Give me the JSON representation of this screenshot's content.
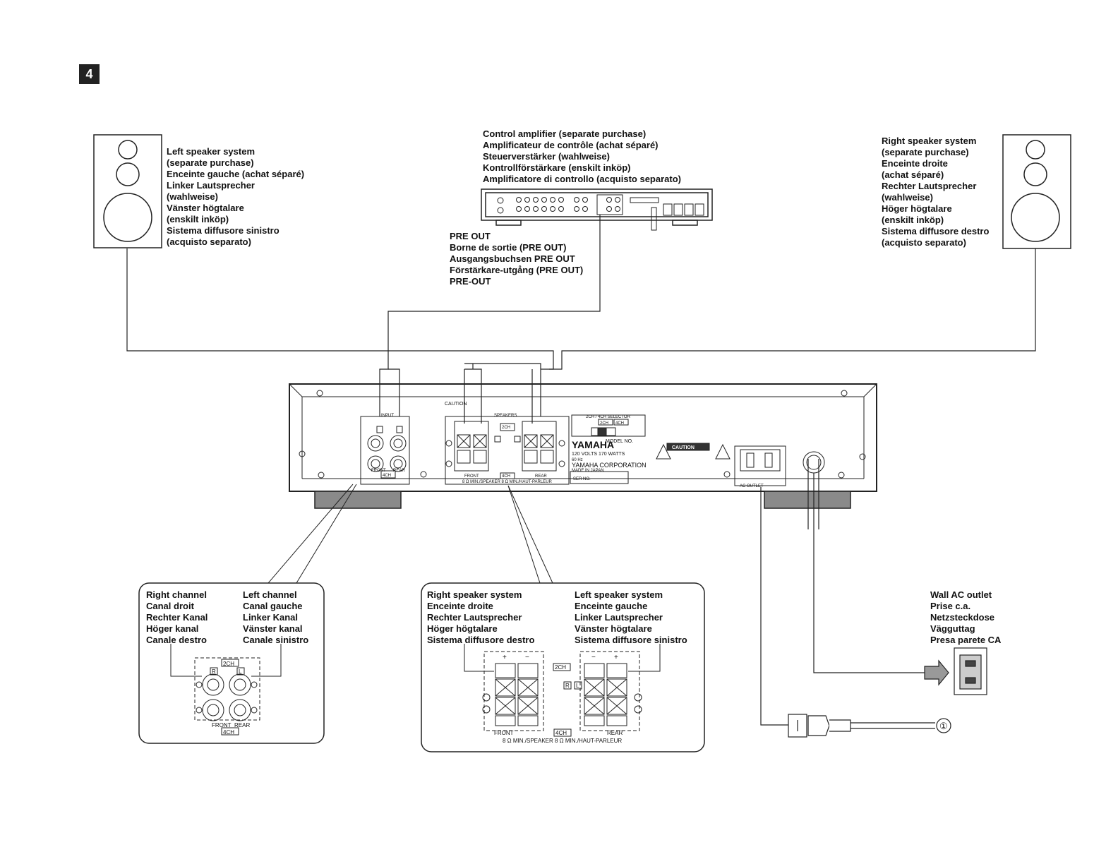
{
  "step_badge": "4",
  "labels": {
    "left_speaker": [
      "Left speaker system",
      "(separate purchase)",
      "Enceinte gauche (achat séparé)",
      "Linker Lautsprecher",
      "(wahlweise)",
      "Vänster högtalare",
      "(enskilt inköp)",
      "Sistema diffusore sinistro",
      "(acquisto separato)"
    ],
    "control_amp": [
      "Control amplifier (separate purchase)",
      "Amplificateur de contrôle (achat séparé)",
      "Steuerverstärker (wahlweise)",
      "Kontrollförstärkare (enskilt inköp)",
      "Amplificatore di controllo (acquisto separato)"
    ],
    "right_speaker": [
      "Right speaker system",
      "(separate purchase)",
      "Enceinte droite",
      "(achat séparé)",
      "Rechter Lautsprecher",
      "(wahlweise)",
      "Höger högtalare",
      "(enskilt inköp)",
      "Sistema diffusore destro",
      "(acquisto separato)"
    ],
    "pre_out": [
      "PRE OUT",
      "Borne de sortie (PRE OUT)",
      "Ausgangsbuchsen PRE OUT",
      "Förstärkare-utgång (PRE OUT)",
      "PRE-OUT"
    ],
    "right_channel": [
      "Right channel",
      "Canal droit",
      "Rechter Kanal",
      "Höger kanal",
      "Canale destro"
    ],
    "left_channel": [
      "Left channel",
      "Canal gauche",
      "Linker Kanal",
      "Vänster kanal",
      "Canale sinistro"
    ],
    "right_speaker_detail": [
      "Right speaker system",
      "Enceinte droite",
      "Rechter Lautsprecher",
      "Höger högtalare",
      "Sistema diffusore destro"
    ],
    "left_speaker_detail": [
      "Left speaker system",
      "Enceinte gauche",
      "Linker Lautsprecher",
      "Vänster högtalare",
      "Sistema diffusore sinistro"
    ],
    "wall_outlet": [
      "Wall AC outlet",
      "Prise c.a.",
      "Netzsteckdose",
      "Vägguttag",
      "Presa parete CA"
    ]
  },
  "panel_text": {
    "brand": "YAMAHA",
    "corporation": "YAMAHA CORPORATION",
    "ratings": "120 VOLTS  170 WATTS",
    "frequency": "60 Hz",
    "made_in": "MADE IN JAPAN",
    "serial": "SER NO.",
    "model": "MODEL NO.",
    "caution_badge": "CAUTION",
    "caution_text": "CAUTION",
    "input_title": "INPUT",
    "speakers_title": "SPEAKERS",
    "selector_title": "2CH / 4CH  SELECTOR",
    "ac_outlet": "AC OUTLET",
    "front": "FRONT",
    "rear": "REAR",
    "ch_badge": "4CH",
    "ch2_badge": "2CH",
    "r_mark": "R",
    "l_mark": "L",
    "plus": "+",
    "minus": "−",
    "impedance": "8 Ω MIN./SPEAKER  8 Ω MIN./HAUT-PARLEUR",
    "callout_number": "①"
  }
}
